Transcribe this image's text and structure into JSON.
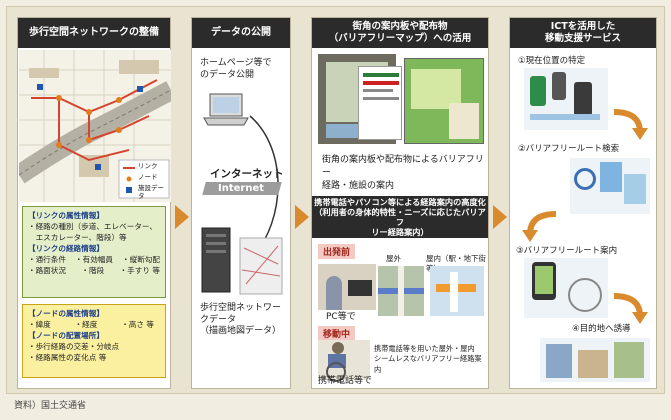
{
  "columns": [
    {
      "title": "歩行空間ネットワークの整備"
    },
    {
      "title": "データの公開"
    },
    {
      "title_line1": "街角の案内板や配布物",
      "title_line2": "（バリアフリーマップ）への活用"
    },
    {
      "title_line1": "ICTを活用した",
      "title_line2": "移動支援サービス"
    }
  ],
  "network": {
    "legend": [
      "リンク",
      "ノード",
      "施設データ"
    ],
    "link_attr_title": "【リンクの属性情報】",
    "link_attr_items": [
      "・経路の種別（歩道、エレベーター、",
      "　エスカレーター、階段）等"
    ],
    "link_route_title": "【リンクの経路情報】",
    "link_route_rows": [
      [
        "・通行条件",
        "・有効幅員",
        "・縦断勾配"
      ],
      [
        "・路面状況",
        "・階段",
        "・手すり 等"
      ]
    ],
    "node_attr_title": "【ノードの属性情報】",
    "node_attr_row": [
      "・緯度",
      "・経度",
      "・高さ 等"
    ],
    "node_place_title": "【ノードの配置場所】",
    "node_place_items": [
      "・歩行経路の交差・分岐点",
      "・経路属性の変化点 等"
    ]
  },
  "publish": {
    "top_text": [
      "ホームページ等で",
      "のデータ公開"
    ],
    "internet_jp": "インターネット",
    "internet_en": "Internet",
    "bottom_text": [
      "歩行空間ネットワー",
      "クデータ",
      "（描画地図データ）"
    ]
  },
  "map_use": {
    "caption": [
      "街角の案内板や配布物によるバリアフリー",
      "経路・施設の案内"
    ],
    "sub_header": [
      "携帯電話やパソコン等による経路案内の高度化",
      "（利用者の身体的特性・ニーズに応じたバリアフ",
      "リー経路案内）"
    ],
    "phase_before": "出発前",
    "pc_label": "PC等で",
    "outdoor_label": "屋外",
    "indoor_label": "屋内（駅・地下街等）",
    "phase_moving": "移動中",
    "moving_caption": [
      "携帯電話等を用いた屋外・屋内",
      "シームレスなバリアフリー経路案内"
    ],
    "phone_label": "携帯電話等で"
  },
  "ict": {
    "steps": [
      "①現在位置の特定",
      "②バリアフリールート検索",
      "③バリアフリールート案内",
      "④目的地へ誘導"
    ]
  },
  "source": "資料）国土交通省",
  "colors": {
    "arrow": "#d98a2c",
    "header": "#2b2b2b",
    "green_box": "#e4efc9",
    "yellow_box": "#fbf0a0",
    "phase_tag": "#f4c9c3"
  }
}
